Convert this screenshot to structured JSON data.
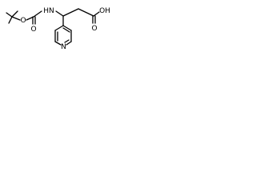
{
  "molecule": {
    "atoms": {
      "nh": "HN",
      "oh": "OH",
      "carbonyl_o_left": "O",
      "ester_o": "O",
      "carbonyl_o_right": "O",
      "pyridine_n": "N"
    }
  },
  "colors": {
    "bond": "#000000",
    "label": "#000000",
    "background": "#ffffff"
  }
}
